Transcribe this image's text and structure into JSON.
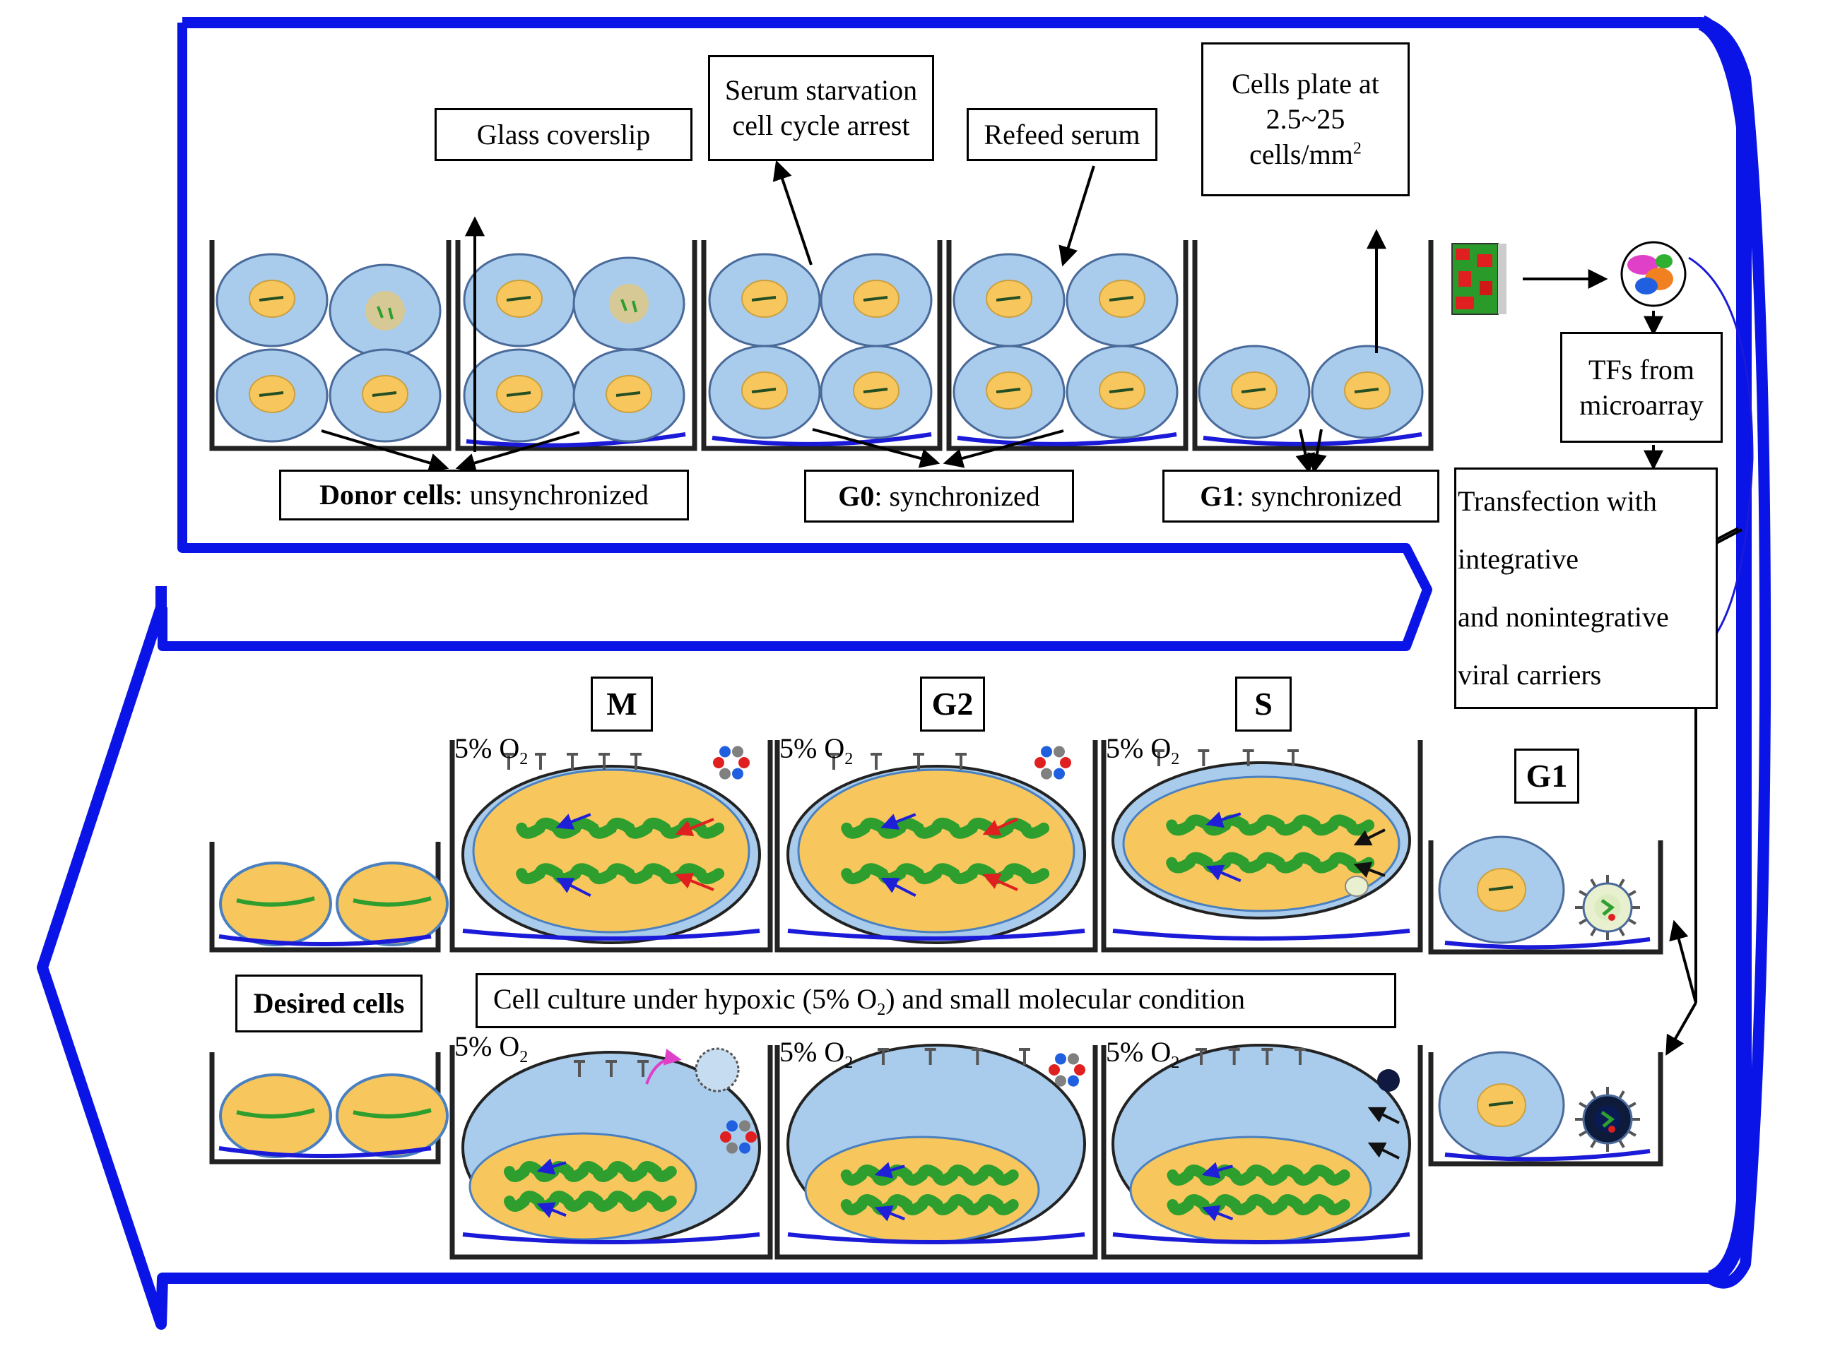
{
  "top": {
    "glass_coverslip": "Glass coverslip",
    "serum_starvation_line1": "Serum starvation",
    "serum_starvation_line2": "cell cycle arrest",
    "refeed_serum": "Refeed serum",
    "cells_plate_line1": "Cells plate at",
    "cells_plate_line2": "2.5~25",
    "cells_plate_line3": "cells/mm",
    "cells_plate_sup": "2",
    "donor_bold": "Donor cells",
    "donor_rest": ": unsynchronized",
    "g0_bold": "G0",
    "g0_rest": ": synchronized",
    "g1_bold": "G1",
    "g1_rest": ": synchronized"
  },
  "side": {
    "tfs_line1": "TFs from",
    "tfs_line2": "microarray",
    "transfection_line1": "Transfection with",
    "transfection_line2": "integrative",
    "transfection_line3": "and nonintegrative",
    "transfection_line4": "viral carriers"
  },
  "bottom": {
    "phase_m": "M",
    "phase_g2": "G2",
    "phase_s": "S",
    "phase_g1": "G1",
    "oxygen_prefix": "5% O",
    "oxygen_sub": "2",
    "desired_cells": "Desired cells",
    "culture_part1": "Cell culture under hypoxic (5% O",
    "culture_sub": "2",
    "culture_part2": ") and small molecular condition"
  },
  "colors": {
    "frame_blue": "#0a14e6",
    "cell_blue": "#a9ccec",
    "nucleus": "#f7c75d",
    "chromatin": "#2e9e2e",
    "arrow_blue": "#1f1fd8",
    "arrow_red": "#e02020",
    "magenta": "#e040c8"
  }
}
